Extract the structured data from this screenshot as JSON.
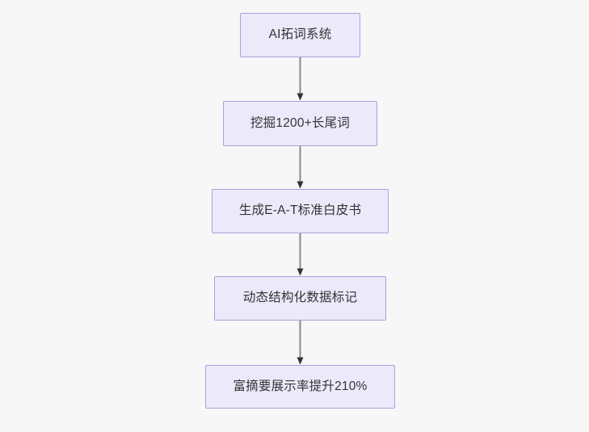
{
  "diagram": {
    "type": "flowchart",
    "orientation": "top-to-bottom",
    "background_color": "#f7f7f8",
    "node_fill_color": "#ece9fb",
    "node_border_color": "#b39ddb",
    "node_text_color": "#333333",
    "connector_color": "#888888",
    "arrowhead_color": "#333333",
    "nodes": [
      {
        "id": "node-1",
        "label": "AI拓词系统"
      },
      {
        "id": "node-2",
        "label": "挖掘1200+长尾词"
      },
      {
        "id": "node-3",
        "label": "生成E-A-T标准白皮书"
      },
      {
        "id": "node-4",
        "label": "动态结构化数据标记"
      },
      {
        "id": "node-5",
        "label": "富摘要展示率提升210%"
      }
    ],
    "edges": [
      {
        "id": "edge-1-2",
        "from": "node-1",
        "to": "node-2"
      },
      {
        "id": "edge-2-3",
        "from": "node-2",
        "to": "node-3"
      },
      {
        "id": "edge-3-4",
        "from": "node-3",
        "to": "node-4"
      },
      {
        "id": "edge-4-5",
        "from": "node-4",
        "to": "node-5"
      }
    ]
  }
}
